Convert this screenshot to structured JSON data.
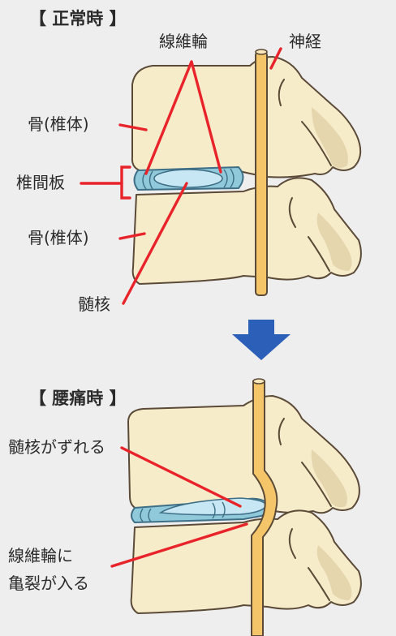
{
  "normal": {
    "title": "【 正常時 】",
    "labels": {
      "annulus": "線維輪",
      "nerve": "神経",
      "bone_upper": "骨(椎体)",
      "disc": "椎間板",
      "bone_lower": "骨(椎体)",
      "nucleus": "髄核"
    }
  },
  "backpain": {
    "title": "【 腰痛時 】",
    "labels": {
      "nucleus_shift": "髄核がずれる",
      "crack_line1": "線維輪に",
      "crack_line2": "亀裂が入る"
    }
  },
  "colors": {
    "background": "#eeeeee",
    "bone": "#f7ecca",
    "disc": "#8fc9da",
    "nucleus": "#c6e7f3",
    "nerve": "#f4c669",
    "leader": "#e8232a",
    "arrow": "#2c5fb8"
  }
}
